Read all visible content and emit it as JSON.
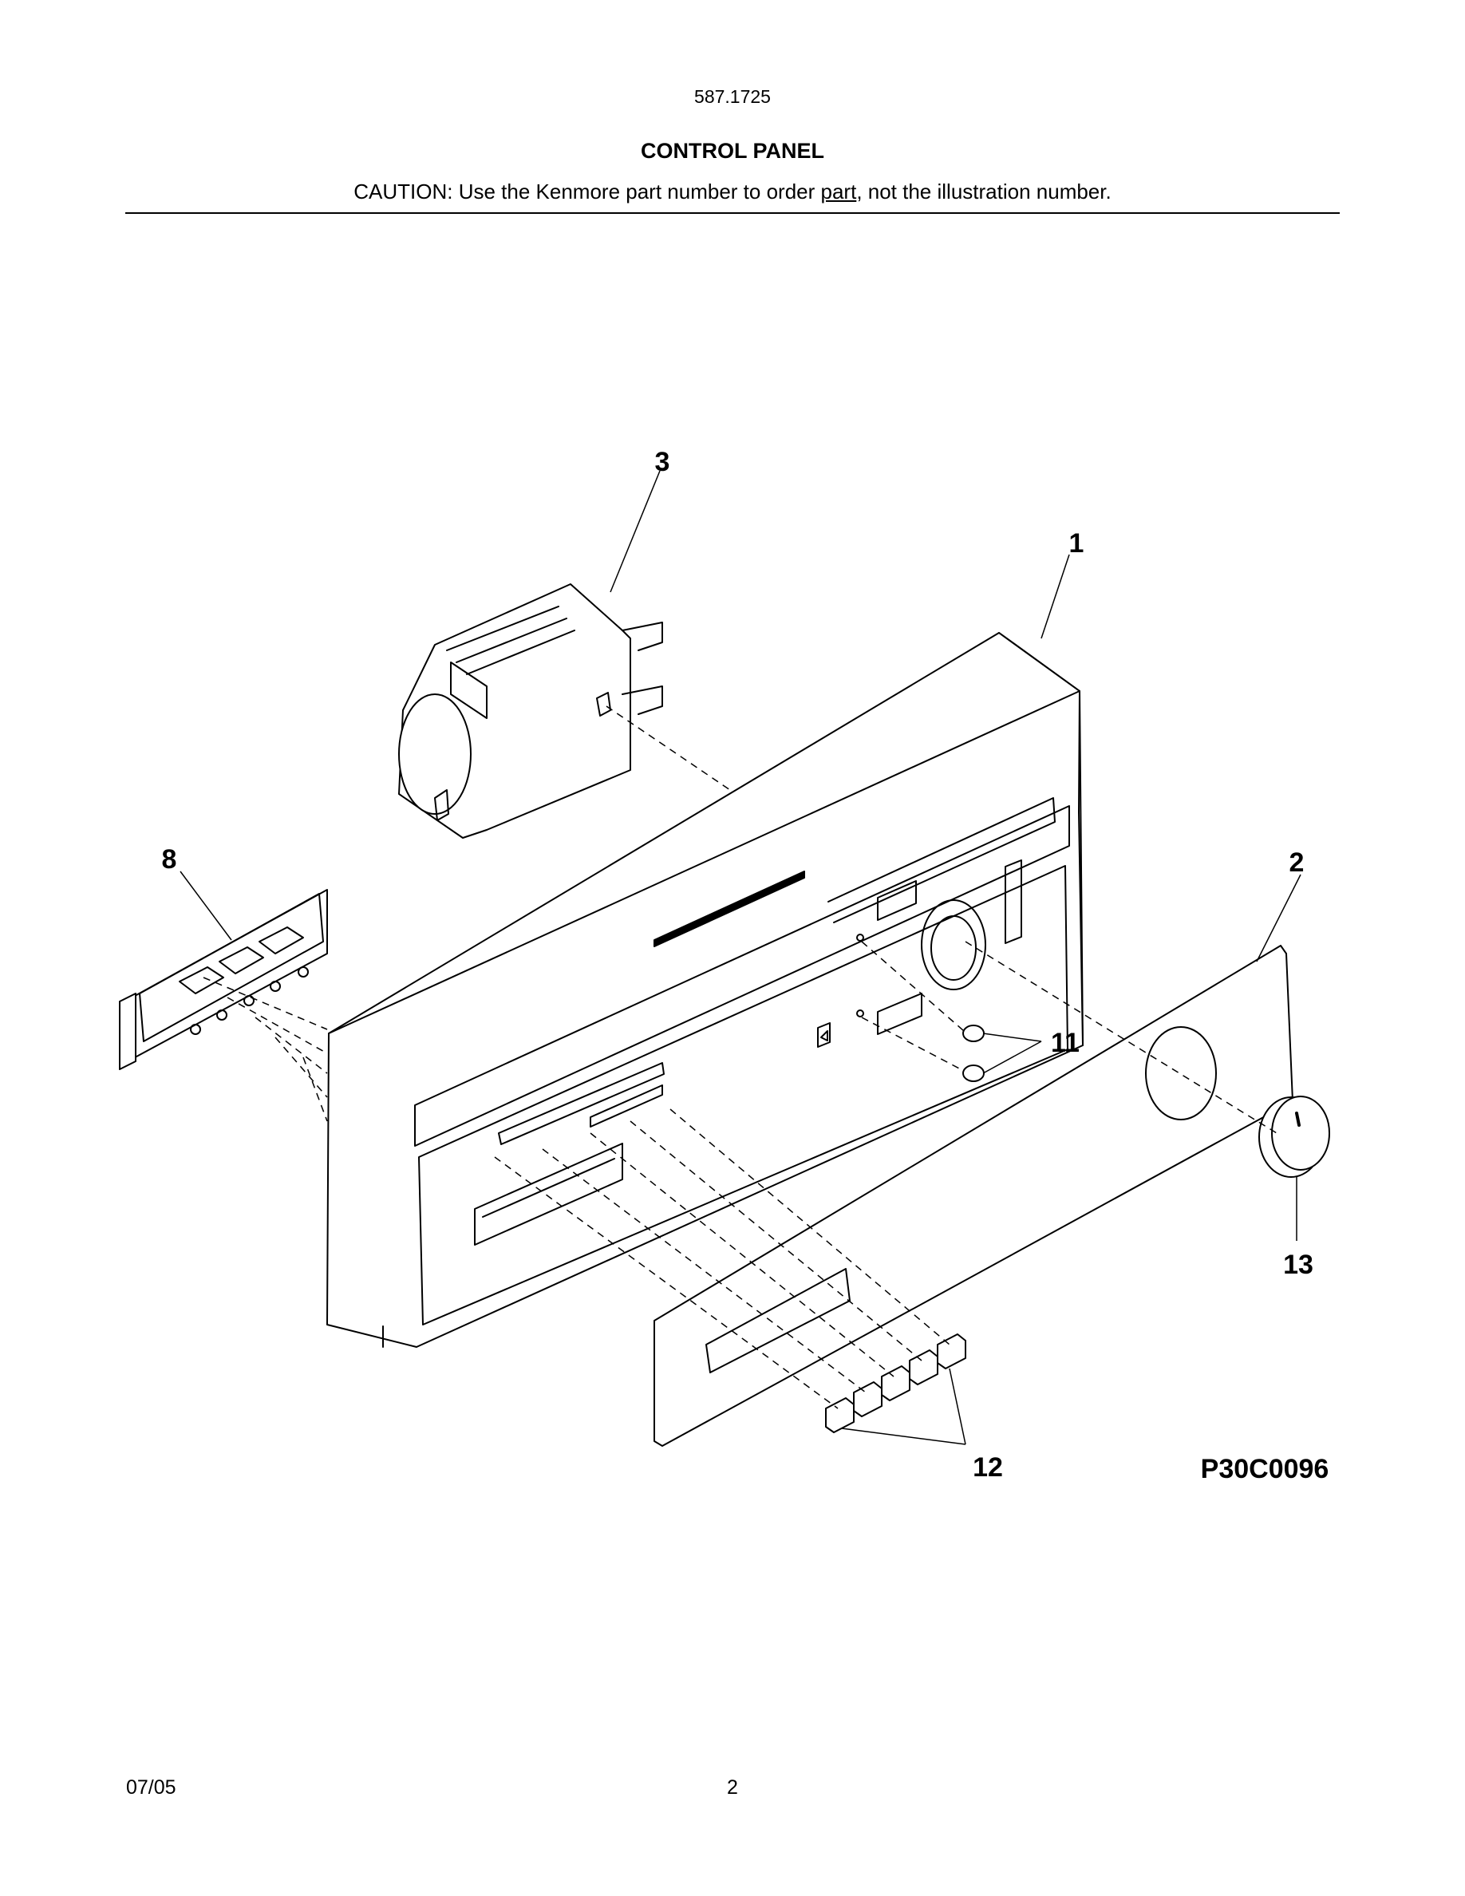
{
  "header": {
    "model_number": "587.1725",
    "section_title": "CONTROL PANEL",
    "caution_before": "CAUTION: Use the Kenmore part number to order ",
    "caution_underlined": "part",
    "caution_after": ", not the illustration number."
  },
  "diagram": {
    "callouts": {
      "c1": "1",
      "c2": "2",
      "c3": "3",
      "c8": "8",
      "c11": "11",
      "c12": "12",
      "c13": "13"
    },
    "figure_id": "P30C0096"
  },
  "footer": {
    "date": "07/05",
    "page_number": "2"
  }
}
